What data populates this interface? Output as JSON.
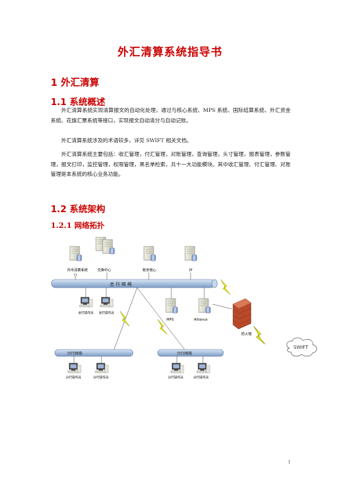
{
  "doc": {
    "title": "外汇清算系统指导书",
    "h1": "1 外汇清算",
    "h1_1": "1.1 系统概述",
    "para1": "外汇清算系统实现清算报文的自动化处理，通过与核心系统、MPS 系统、国际结算系统、外汇资金系统、花旗汇票系统等接口，实现报文自动清分与自动记账。",
    "para2": "外汇清算系统涉及的术语较多，详见 SWIFT 相关文档。",
    "para3": "外汇清算系统主要包括：收汇管理，付汇管理，对账管理，查询管理，头寸管理，报表管理，参数管理，报文打印，监控管理，权限管理，黑名单检索，共十一大功能模块。其中收汇管理、付汇管理、对账管理是本系统的核心业务功能。",
    "h1_2": "1.2 系统架构",
    "h1_2_1": "1.2.1 网络拓扑",
    "page_number": "1"
  },
  "diagram": {
    "servers": {
      "fx": "外币清算系统",
      "fx2": "()",
      "exchange": "交换中心",
      "core": "账务核心",
      "srv4": "IP"
    },
    "backbone": "总  行  网  络",
    "hq_ops": [
      "总行操作员",
      "总行操作员"
    ],
    "mps": "MPS",
    "alliance": "Alliance",
    "firewall": "防火墙",
    "swift": "SWIFT",
    "branch_net": [
      "分行网络",
      "分行网络"
    ],
    "branch_ops": [
      "分行操作员",
      "分行操作员",
      "分行操作员",
      "分行操作员"
    ]
  }
}
